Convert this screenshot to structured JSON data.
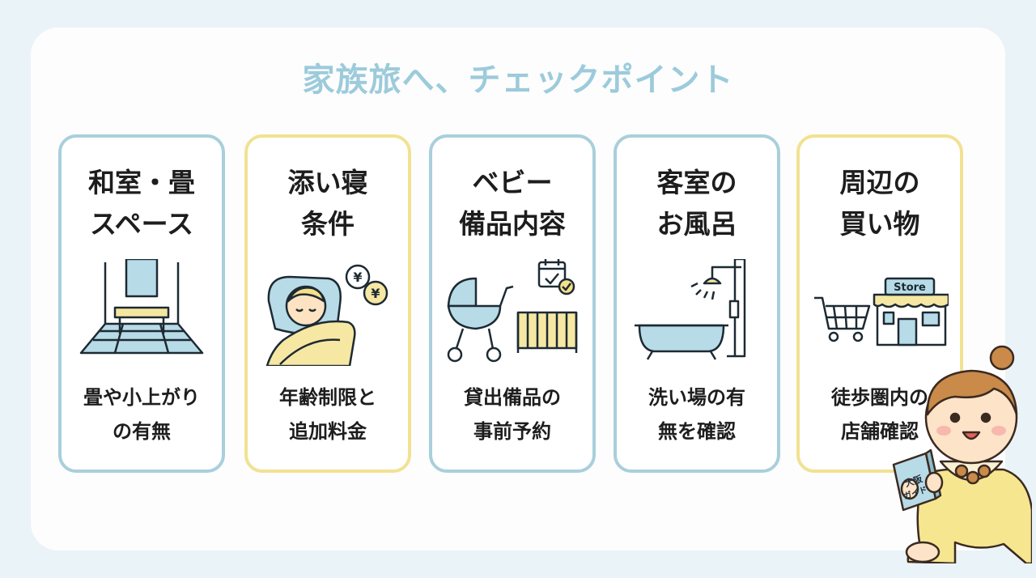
{
  "title": "家族旅へ、チェックポイント",
  "cards": [
    {
      "head1": "和室・畳",
      "head2": "スペース",
      "desc1": "畳や小上がり",
      "desc2": "の有無",
      "icon": "tatami-room-icon"
    },
    {
      "head1": "添い寝",
      "head2": "条件",
      "desc1": "年齢制限と",
      "desc2": "追加料金",
      "icon": "sleeping-baby-icon"
    },
    {
      "head1": "ベビー",
      "head2": "備品内容",
      "desc1": "貸出備品の",
      "desc2": "事前予約",
      "icon": "stroller-crib-icon"
    },
    {
      "head1": "客室の",
      "head2": "お風呂",
      "desc1": "洗い場の有",
      "desc2": "無を確認",
      "icon": "bathtub-shower-icon"
    },
    {
      "head1": "周辺の",
      "head2": "買い物",
      "desc1": "徒歩圏内の",
      "desc2": "店舗確認",
      "icon": "shopping-store-icon"
    }
  ],
  "icon_text": {
    "yen": "¥",
    "store": "Store"
  },
  "mascot": {
    "book_line1": "大阪",
    "book_line2": "ガイド"
  },
  "colors": {
    "accent_blue": "#a9cfdc",
    "accent_yellow": "#f2e191",
    "title": "#9ccbdb"
  }
}
